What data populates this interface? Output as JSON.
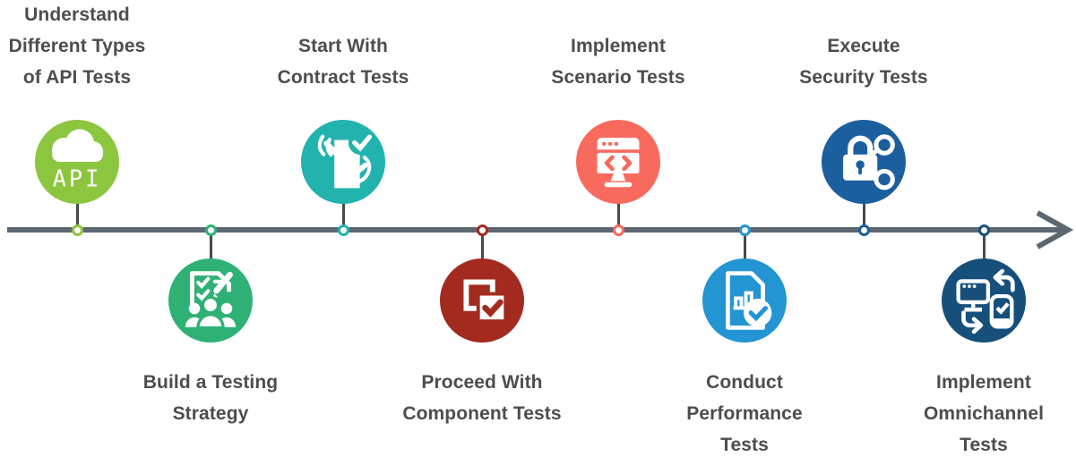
{
  "colors": {
    "line": "#5C6771",
    "stem": "#4A4A4A",
    "text": "#4D4D4F",
    "background": "#FFFFFF"
  },
  "timeline": {
    "arrow_icon": "right-arrow",
    "node_style": "white circle with colored ring"
  },
  "steps": [
    {
      "label": "Understand\nDifferent Types\nof API Tests",
      "icon": "api-cloud",
      "icon_text": "API",
      "color": "#8CC63F",
      "position": "above"
    },
    {
      "label": "Build a Testing\nStrategy",
      "icon": "testing-strategy-checklist-team",
      "color": "#2FB176",
      "position": "below"
    },
    {
      "label": "Start With\nContract Tests",
      "icon": "contract-document-check",
      "color": "#22B3AF",
      "position": "above"
    },
    {
      "label": "Proceed With\nComponent Tests",
      "icon": "component-squares-check",
      "color": "#A32A1F",
      "position": "below"
    },
    {
      "label": "Implement\nScenario Tests",
      "icon": "browser-code-window",
      "color": "#F96A5E",
      "position": "above"
    },
    {
      "label": "Conduct\nPerformance\nTests",
      "icon": "performance-report-check",
      "color": "#2295D2",
      "position": "below"
    },
    {
      "label": "Execute\nSecurity Tests",
      "icon": "security-lock-share",
      "color": "#1C5F9F",
      "position": "above"
    },
    {
      "label": "Implement\nOmnichannel\nTests",
      "icon": "omnichannel-devices-sync",
      "color": "#174F7B",
      "position": "below"
    }
  ]
}
